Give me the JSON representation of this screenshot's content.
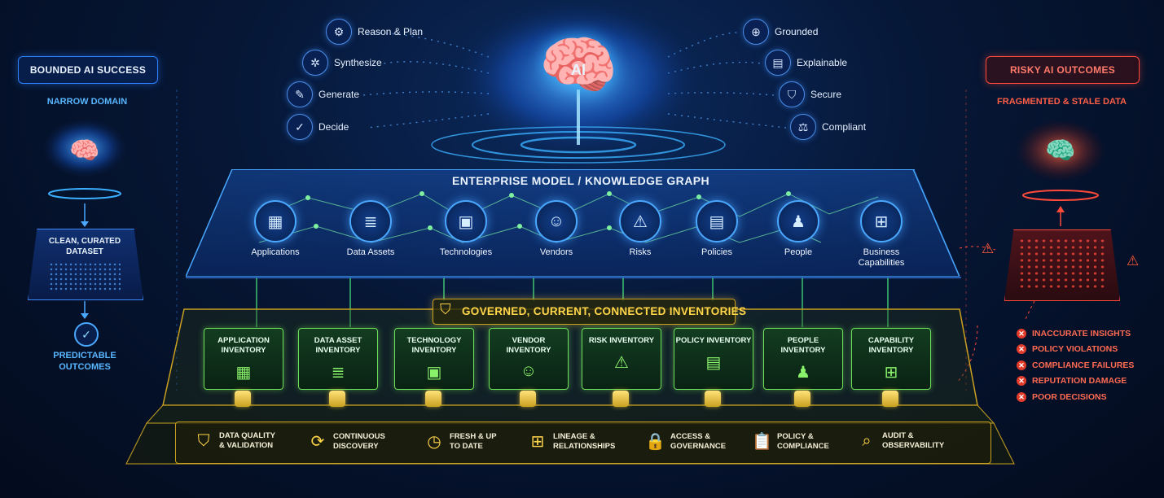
{
  "left": {
    "title": "BOUNDED AI SUCCESS",
    "subtitle": "NARROW DOMAIN",
    "dataset": "CLEAN, CURATED DATASET",
    "outcome": "PREDICTABLE OUTCOMES"
  },
  "right": {
    "title": "RISKY AI OUTCOMES",
    "subtitle": "FRAGMENTED & STALE DATA",
    "risks": [
      "INACCURATE INSIGHTS",
      "POLICY VIOLATIONS",
      "COMPLIANCE FAILURES",
      "REPUTATION DAMAGE",
      "POOR DECISIONS"
    ]
  },
  "brain": {
    "label": "AI"
  },
  "left_capabilities": [
    "Reason & Plan",
    "Synthesize",
    "Generate",
    "Decide"
  ],
  "right_capabilities": [
    "Grounded",
    "Explainable",
    "Secure",
    "Compliant"
  ],
  "knowledge_graph": {
    "title": "ENTERPRISE MODEL / KNOWLEDGE GRAPH",
    "nodes": [
      "Applications",
      "Data Assets",
      "Technologies",
      "Vendors",
      "Risks",
      "Policies",
      "People",
      "Business Capabilities"
    ]
  },
  "inventories": {
    "title": "GOVERNED, CURRENT, CONNECTED INVENTORIES",
    "items": [
      "APPLICATION INVENTORY",
      "DATA ASSET INVENTORY",
      "TECHNOLOGY INVENTORY",
      "VENDOR INVENTORY",
      "RISK INVENTORY",
      "POLICY INVENTORY",
      "PEOPLE INVENTORY",
      "CAPABILITY INVENTORY"
    ]
  },
  "features": [
    "DATA QUALITY & VALIDATION",
    "CONTINUOUS DISCOVERY",
    "FRESH & UP TO DATE",
    "LINEAGE & RELATIONSHIPS",
    "ACCESS & GOVERNANCE",
    "POLICY & COMPLIANCE",
    "AUDIT & OBSERVABILITY"
  ],
  "colors": {
    "blue": "#2f80ff",
    "red": "#ff4a3a",
    "green": "#6fe05a",
    "gold": "#ffd54a"
  }
}
